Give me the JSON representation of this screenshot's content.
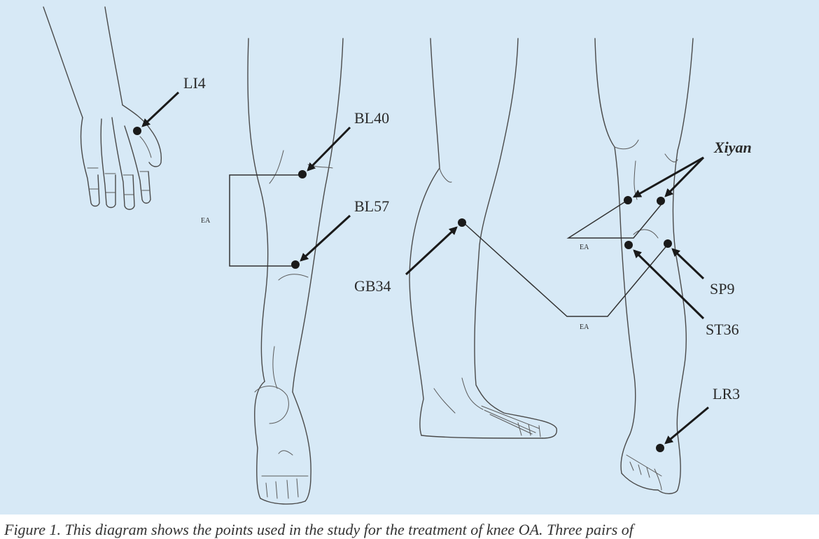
{
  "points": {
    "li4": "LI4",
    "bl40": "BL40",
    "bl57": "BL57",
    "gb34": "GB34",
    "xiyan": "Xiyan",
    "sp9": "SP9",
    "st36": "ST36",
    "lr3": "LR3"
  },
  "ea_labels": {
    "back_leg": "EA",
    "knee": "EA",
    "lateral": "EA"
  },
  "caption": "Figure 1. This diagram shows the points used in the study for the treatment of knee OA. Three pairs of",
  "colors": {
    "panel_background": "#d7e9f6",
    "outline": "#4a4a4a",
    "needle": "#1a1a1a"
  }
}
